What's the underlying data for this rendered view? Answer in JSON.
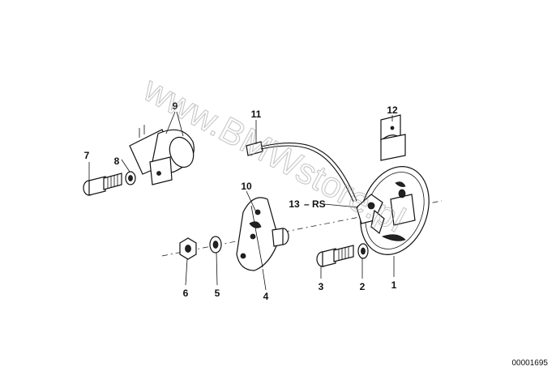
{
  "diagram": {
    "callouts": {
      "p1": "1",
      "p2": "2",
      "p3": "3",
      "p4": "4",
      "p5": "5",
      "p6": "6",
      "p7": "7",
      "p8": "8",
      "p9": "9",
      "p10": "10",
      "p11": "11",
      "p12": "12",
      "p13": "13",
      "rs": "RS"
    },
    "watermark": "www.BMWstore.pl",
    "reference_number": "00001695"
  }
}
